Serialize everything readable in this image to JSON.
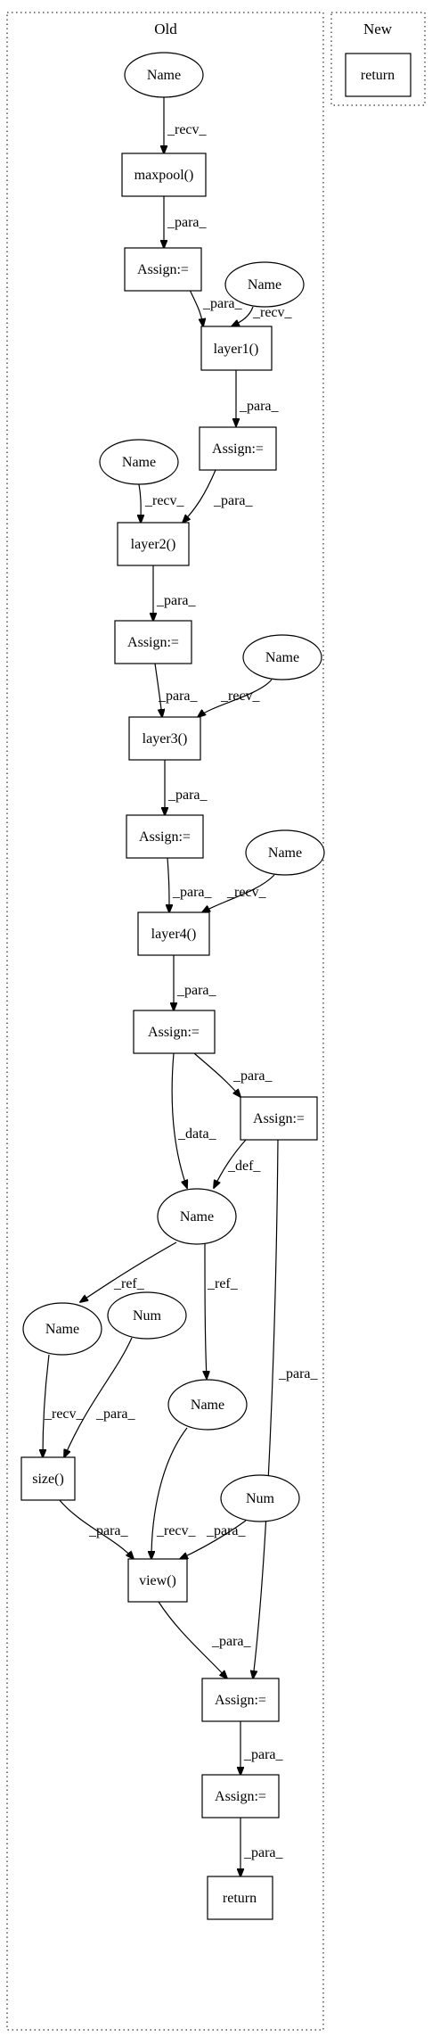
{
  "clusters": {
    "old": {
      "label": "Old"
    },
    "new": {
      "label": "New"
    }
  },
  "nodes": {
    "name_top": "Name",
    "maxpool": "maxpool()",
    "assign1": "Assign:=",
    "name_l1": "Name",
    "layer1": "layer1()",
    "assign2": "Assign:=",
    "name_l2": "Name",
    "layer2": "layer2()",
    "assign3": "Assign:=",
    "name_l3": "Name",
    "layer3": "layer3()",
    "assign4": "Assign:=",
    "name_l4": "Name",
    "layer4": "layer4()",
    "assign5": "Assign:=",
    "assign6": "Assign:=",
    "name_mid": "Name",
    "name_size": "Name",
    "num_size": "Num",
    "name_view": "Name",
    "size": "size()",
    "num_view": "Num",
    "view": "view()",
    "assign7": "Assign:=",
    "assign8": "Assign:=",
    "return_old": "return",
    "return_new": "return"
  },
  "edges": {
    "e1": "_recv_",
    "e2": "_para_",
    "e3": "_para_",
    "e4": "_recv_",
    "e5": "_para_",
    "e6": "_para_",
    "e7": "_recv_",
    "e8": "_para_",
    "e9": "_para_",
    "e10": "_recv_",
    "e11": "_para_",
    "e12": "_para_",
    "e13": "_recv_",
    "e14": "_para_",
    "e15": "_para_",
    "e16": "_data_",
    "e17": "_def_",
    "e18": "_para_",
    "e19": "_ref_",
    "e20": "_ref_",
    "e21": "_recv_",
    "e22": "_para_",
    "e23": "_para_",
    "e24": "_recv_",
    "e25": "_para_",
    "e26": "_para_",
    "e27": "_para_",
    "e28": "_para_"
  }
}
